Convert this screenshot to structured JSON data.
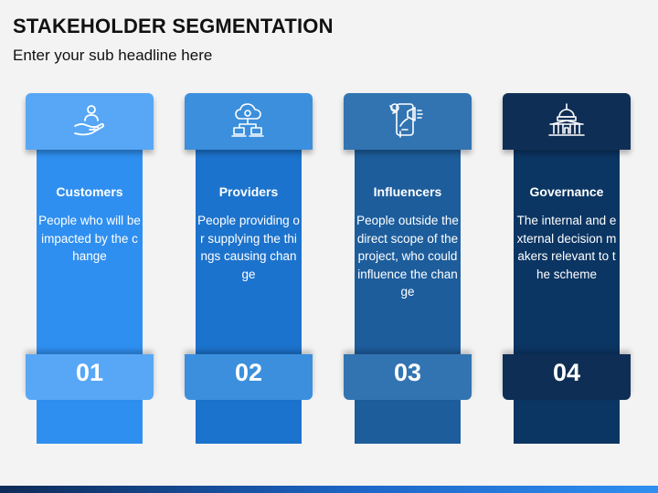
{
  "header": {
    "title": "STAKEHOLDER SEGMENTATION",
    "subtitle": "Enter your sub headline here"
  },
  "cards": [
    {
      "heading": "Customers",
      "description": "People who will be impacted by the change",
      "number": "01",
      "icon": "hand-person-icon"
    },
    {
      "heading": "Providers",
      "description": "People providing or supplying the things causing change",
      "number": "02",
      "icon": "cloud-network-icon"
    },
    {
      "heading": "Influencers",
      "description": "People outside the direct scope of the project, who could  influence the change",
      "number": "03",
      "icon": "megaphone-phone-icon"
    },
    {
      "heading": "Governance",
      "description": "The internal and external decision makers relevant to the scheme",
      "number": "04",
      "icon": "capitol-building-icon"
    }
  ],
  "colors": {
    "card1": "#2f8ff0",
    "card2": "#1c73cd",
    "card3": "#1d5d9c",
    "card4": "#0b3563"
  }
}
